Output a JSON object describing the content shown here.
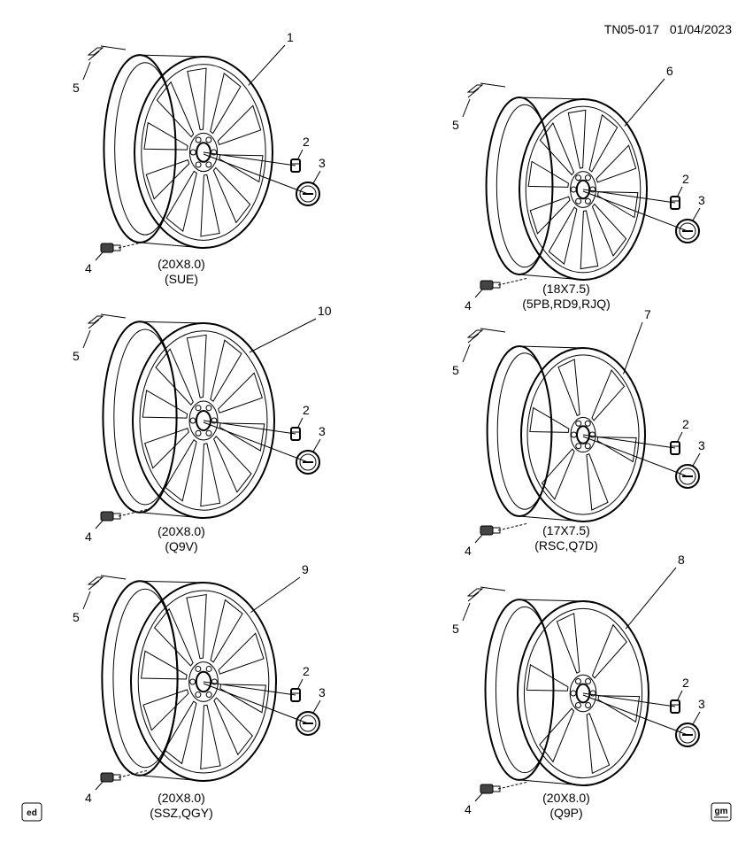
{
  "header": {
    "ref_code": "TN05-017",
    "date": "01/04/2023"
  },
  "corner_logos": {
    "left": "ed",
    "right": "gm"
  },
  "wheels": [
    {
      "item": "1",
      "size": "(20X8.0)",
      "rpo": "(SUE)",
      "parts": {
        "nut": "2",
        "cap": "3",
        "valve": "4",
        "label": "5"
      }
    },
    {
      "item": "6",
      "size": "(18X7.5)",
      "rpo": "(5PB,RD9,RJQ)",
      "parts": {
        "nut": "2",
        "cap": "3",
        "valve": "4",
        "label": "5"
      }
    },
    {
      "item": "10",
      "size": "(20X8.0)",
      "rpo": "(Q9V)",
      "parts": {
        "nut": "2",
        "cap": "3",
        "valve": "4",
        "label": "5"
      }
    },
    {
      "item": "7",
      "size": "(17X7.5)",
      "rpo": "(RSC,Q7D)",
      "parts": {
        "nut": "2",
        "cap": "3",
        "valve": "4",
        "label": "5"
      }
    },
    {
      "item": "9",
      "size": "(20X8.0)",
      "rpo": "(SSZ,QGY)",
      "parts": {
        "nut": "2",
        "cap": "3",
        "valve": "4",
        "label": "5"
      }
    },
    {
      "item": "8",
      "size": "(20X8.0)",
      "rpo": "(Q9P)",
      "parts": {
        "nut": "2",
        "cap": "3",
        "valve": "4",
        "label": "5"
      }
    }
  ]
}
